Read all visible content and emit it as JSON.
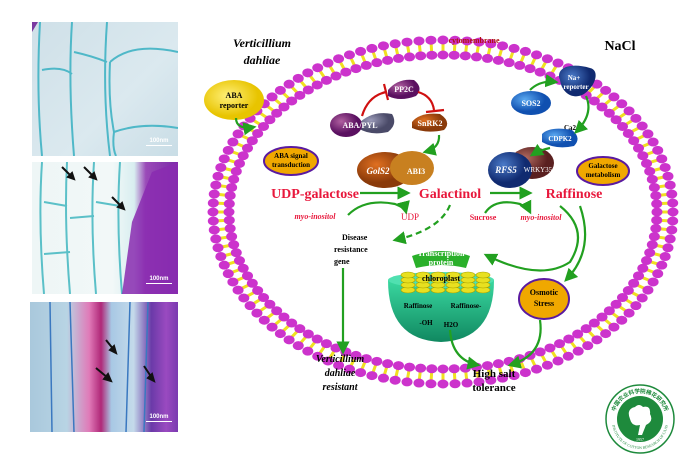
{
  "micrographs": [
    {
      "id": "control",
      "scale_label": "100nm",
      "arrows": 0
    },
    {
      "id": "infected-1",
      "scale_label": "100nm",
      "arrows": 3
    },
    {
      "id": "infected-2",
      "scale_label": "100nm",
      "arrows": 3
    }
  ],
  "diagram": {
    "left_stimulus": [
      "Verticillium",
      "dahliae"
    ],
    "right_stimulus": "NaCl",
    "membrane_label": "cytomembrane",
    "aba_receptor": [
      "ABA",
      "reporter"
    ],
    "na_receptor": [
      "Na+",
      "reporter"
    ],
    "pp2c": "PP2C",
    "snrk2": "SnRK2",
    "aba_pyl": "ABA/PYL",
    "sos2": "SOS2",
    "ca2": "Ca2+",
    "cdpk2": "CDPK2",
    "gols2": "GolS2",
    "abi3": "ABI3",
    "rfs5": "RFS5",
    "wrky35": "WRKY35",
    "aba_signal": [
      "ABA signal",
      "transduction"
    ],
    "galactose_metab": [
      "Galactose",
      "metabolism"
    ],
    "udp_galactose": "UDP-galactose",
    "galactinol": "Galactinol",
    "raffinose": "Raffinose",
    "myo_inositol_left": "myo-inositol",
    "udp": "UDP",
    "sucrose": "Sucrose",
    "myo_inositol_right": "myo-inositol",
    "disease_gene": [
      "Disease",
      "resistance",
      "gene"
    ],
    "chloroplast_labels": [
      "Transcription",
      "protein",
      "chloroplast"
    ],
    "chloroplast_raffinose_left": "Raffinose",
    "chloroplast_raffinose_right": "Raffinose-",
    "oh": "-OH",
    "h2o": "H2O",
    "osmotic": [
      "Osmotic",
      "Stress"
    ],
    "vd_resistant": [
      "Verticillium",
      "dahliae",
      "resistant"
    ],
    "high_salt": [
      "High salt",
      "tolerance"
    ]
  },
  "logo": {
    "top_text": "中国农业科学院棉花研究所",
    "bottom_text": "INSTITUTE OF COTTON RESEARCH OF CAAS",
    "year": "1957",
    "color": "#1e8a3c"
  },
  "colors": {
    "head": "#cc33cc",
    "tail": "#f0e020",
    "arrow_green": "#22a020",
    "inhibit_red": "#d01010",
    "metabolite_red": "#e8183c",
    "oval_fill": "#f0a800",
    "oval_border": "#5a1aa0"
  }
}
